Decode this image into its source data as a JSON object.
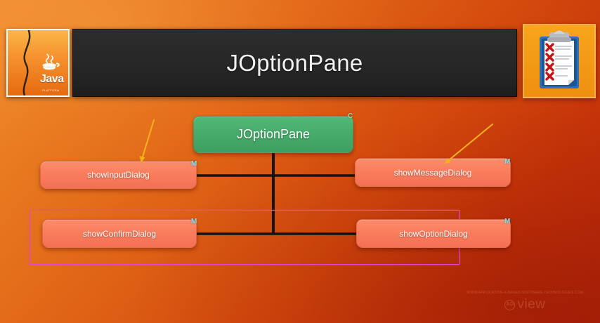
{
  "header": {
    "title": "JOptionPane",
    "bar_color": "#262626",
    "title_color": "#f2f2f2"
  },
  "background": {
    "gradient_from": "#f08c2e",
    "gradient_to": "#b8270a"
  },
  "logos": {
    "left": {
      "name": "java-logo",
      "wordmark": "Java",
      "subtext": "PLATFORM",
      "tile_color": "#f07c22"
    },
    "right": {
      "name": "clipboard-checklist-icon",
      "tile_color": "#f39a16",
      "mark_color": "#cc1111"
    }
  },
  "diagram": {
    "type": "mind-map",
    "root": {
      "label": "JOptionPane",
      "badge": "C",
      "badge_color": "#7fe3b4",
      "fill": "#46ab6a"
    },
    "children": [
      {
        "label": "showInputDialog",
        "badge": "M",
        "badge_color": "#7fe0f0",
        "fill": "#f97d5d"
      },
      {
        "label": "showMessageDialog",
        "badge": "M",
        "badge_color": "#7fe0f0",
        "fill": "#f97d5d"
      },
      {
        "label": "showConfirmDialog",
        "badge": "M",
        "badge_color": "#7fe0f0",
        "fill": "#f97d5d"
      },
      {
        "label": "showOptionDialog",
        "badge": "M",
        "badge_color": "#7fe0f0",
        "fill": "#f97d5d"
      }
    ],
    "connector_color": "#141414",
    "selection": {
      "name": "selection-rectangle",
      "color": "#e246d6"
    },
    "pointers": [
      {
        "name": "pointer-arrow-left",
        "color": "#f5b31a",
        "target": "showInputDialog"
      },
      {
        "name": "pointer-arrow-right",
        "color": "#f5b31a",
        "target": "showMessageDialog"
      }
    ]
  },
  "watermark": {
    "line": "WWW.APPLICATION-X-BASED-SOFTWARE-TECHNOLOGIES.COM",
    "brand": "view",
    "mark": "AD"
  }
}
